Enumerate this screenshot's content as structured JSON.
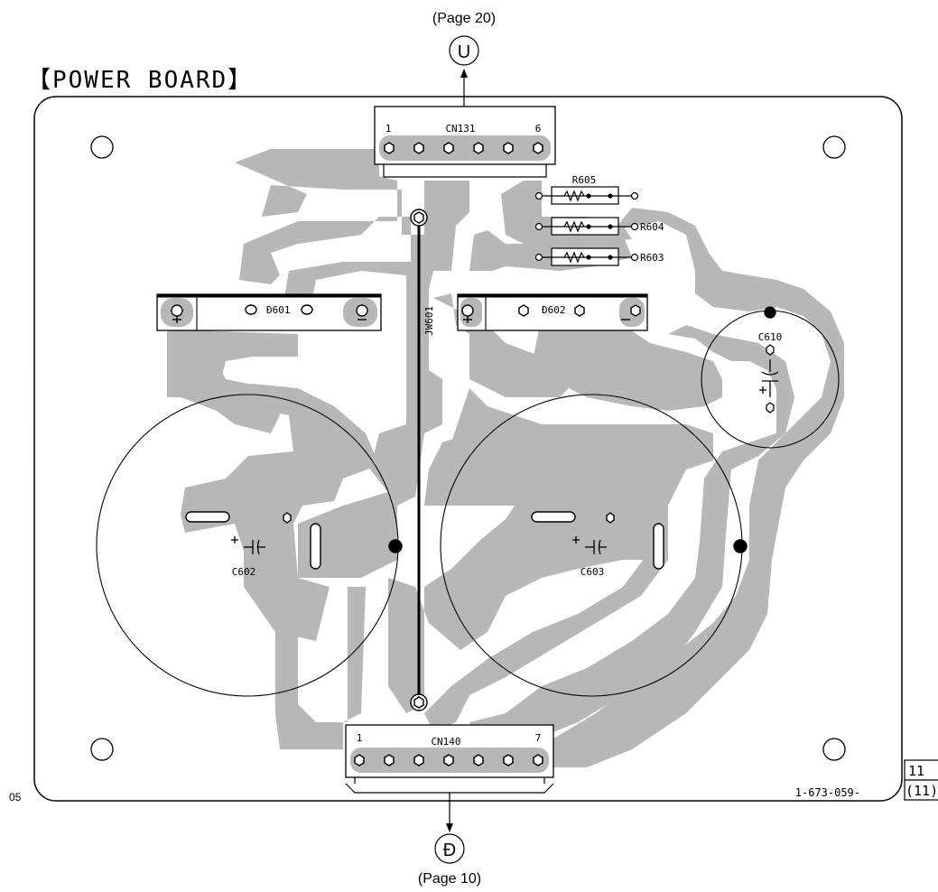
{
  "title": "【POWER BOARD】",
  "page_top": "(Page 20)",
  "page_bottom": "(Page 10)",
  "conn_top_letter": "U",
  "conn_bottom_letter": "Đ",
  "part_number": "1-673-059-",
  "corner_left": "05",
  "corner_box_top": "11",
  "corner_box_bottom": "(11)",
  "components": {
    "cn131": {
      "name": "CN131",
      "pin_first": "1",
      "pin_last": "6"
    },
    "cn140": {
      "name": "CN140",
      "pin_first": "1",
      "pin_last": "7"
    },
    "r605": "R605",
    "r604": "R604",
    "r603": "R603",
    "d601": "Đ601",
    "d602": "Đ602",
    "jw601": "JW601",
    "c602": "C602",
    "c603": "C603",
    "c610": "C610",
    "plus": "+",
    "minus": "−"
  },
  "colors": {
    "trace": "#b7b7b7",
    "board_outline": "#000000",
    "background": "#ffffff"
  }
}
